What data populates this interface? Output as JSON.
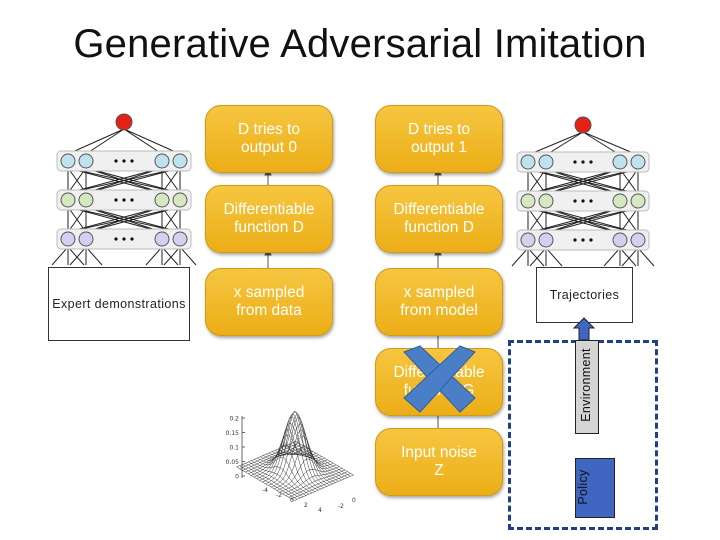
{
  "title": "Generative Adversarial Imitation",
  "left_column": {
    "top": "D tries to\noutput 0",
    "middle": "Differentiable\nfunction D",
    "bottom": "x sampled\nfrom data"
  },
  "right_column": {
    "top": "D tries to\noutput 1",
    "middle": "Differentiable\nfunction D",
    "sample": "x sampled\nfrom model",
    "generator": "Differentiable\nfunction G",
    "noise": "Input noise\nZ"
  },
  "labels": {
    "expert": "Expert demonstrations",
    "trajectories": "Trajectories",
    "environment": "Environment",
    "policy": "Policy"
  },
  "plot_ticks": {
    "z": [
      "0.2",
      "0.15",
      "0.1",
      "0.05",
      "0"
    ],
    "x": [
      "-4",
      "-2",
      "0",
      "2",
      "4"
    ],
    "y": [
      "-2",
      "0"
    ]
  },
  "colors": {
    "pill": "#f0b92a",
    "output_node": "#e32117",
    "node_row_blue": "#bfe3ee",
    "node_row_green": "#d5e8c2",
    "node_row_purple": "#d4d0f2",
    "cross": "#4a7fc8",
    "policy_fill": "#3f66c1",
    "environment_fill": "#d4d4d4",
    "arrow_fill": "#3f66c1"
  }
}
